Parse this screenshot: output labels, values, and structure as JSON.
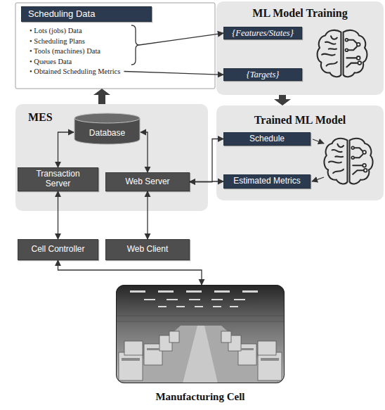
{
  "diagram": {
    "nodes": [
      {
        "text": [
          "• Lots (jobs) Data",
          "• Scheduling Plans",
          "• Tools (machines) Data",
          "• Queues Data",
          "• Obtained Scheduling Metrics"
        ]
      },
      {
        "text": [
          "Scheduling Data"
        ],
        "in": 0
      },
      {
        "text": [
          "ML Model Training"
        ]
      },
      {
        "text": [
          "{Features/States}"
        ],
        "in": 2
      },
      {
        "text": [
          "{Targets}"
        ],
        "in": 2
      },
      {
        "text": [
          "Trained ML Model"
        ]
      },
      {
        "text": [
          "Schedule"
        ],
        "in": 5
      },
      {
        "text": [
          "Estimated Metrics"
        ],
        "in": 5
      },
      {
        "text": [
          "MES"
        ]
      },
      {
        "text": [
          "Database"
        ],
        "in": 8
      },
      {
        "text": [
          "Transaction Server"
        ],
        "in": 8
      },
      {
        "text": [
          "Web Server"
        ],
        "in": 8
      },
      {
        "text": [
          "Cell Controller"
        ]
      },
      {
        "text": [
          "Web Client"
        ]
      },
      {
        "text": [
          "Manufacturing Cell"
        ]
      }
    ],
    "edges": [
      {
        "from": 0,
        "to": 3,
        "arrow": "to"
      },
      {
        "from": 0,
        "to": 4,
        "arrow": "to"
      },
      {
        "from": 2,
        "to": 5,
        "arrow": "to"
      },
      {
        "from": 8,
        "to": 0,
        "arrow": "to"
      },
      {
        "from": 11,
        "to": 6,
        "arrow": "both"
      },
      {
        "from": 11,
        "to": 7,
        "arrow": "both"
      },
      {
        "from": 9,
        "to": 10,
        "arrow": "both"
      },
      {
        "from": 9,
        "to": 11,
        "arrow": "both"
      },
      {
        "from": 10,
        "to": 12,
        "arrow": "both"
      },
      {
        "from": 11,
        "to": 13,
        "arrow": "both"
      },
      {
        "from": 12,
        "to": 14,
        "arrow": "both"
      }
    ]
  }
}
